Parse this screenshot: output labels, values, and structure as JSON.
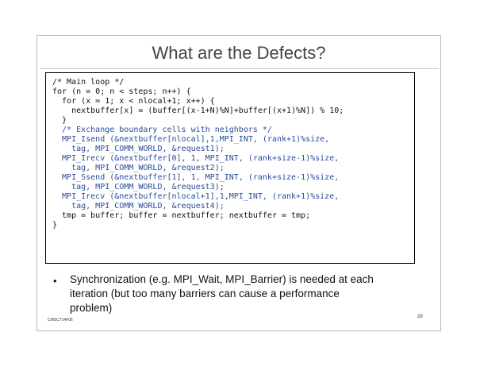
{
  "slide": {
    "title": "What are the Defects?",
    "code": [
      {
        "text": "/* Main loop */",
        "style": "black"
      },
      {
        "text": "for (n = 0; n < steps; n++) {",
        "style": "black"
      },
      {
        "text": "  for (x = 1; x < nlocal+1; x++) {",
        "style": "black"
      },
      {
        "text": "    nextbuffer[x] = (buffer[(x-1+N)%N]+buffer[(x+1)%N]) % 10;",
        "style": "black"
      },
      {
        "text": "  }",
        "style": "black"
      },
      {
        "text": "  /* Exchange boundary cells with neighbors */",
        "style": "blue"
      },
      {
        "text": "  MPI_Isend (&nextbuffer[nlocal],1,MPI_INT, (rank+1)%size,",
        "style": "blue"
      },
      {
        "text": "    tag, MPI_COMM_WORLD, &request1);",
        "style": "blue"
      },
      {
        "text": "  MPI_Irecv (&nextbuffer[0], 1, MPI_INT, (rank+size-1)%size,",
        "style": "blue"
      },
      {
        "text": "    tag, MPI_COMM_WORLD, &request2);",
        "style": "blue"
      },
      {
        "text": "  MPI_Ssend (&nextbuffer[1], 1, MPI_INT, (rank+size-1)%size,",
        "style": "blue"
      },
      {
        "text": "    tag, MPI_COMM_WORLD, &request3);",
        "style": "blue"
      },
      {
        "text": "  MPI_Irecv (&nextbuffer[nlocal+1],1,MPI_INT, (rank+1)%size,",
        "style": "blue"
      },
      {
        "text": "    tag, MPI_COMM_WORLD, &request4);",
        "style": "blue"
      },
      {
        "text": "  tmp = buffer; buffer = nextbuffer; nextbuffer = tmp;",
        "style": "black"
      },
      {
        "text": "}",
        "style": "black"
      }
    ],
    "bullet": {
      "marker": "•",
      "lines": [
        "Synchronization (e.g. MPI_Wait, MPI_Barrier) is needed at each",
        "iteration (but too many barriers can cause a performance",
        "problem)"
      ]
    },
    "footer_left": "CMSC714F06",
    "page_number": "29"
  }
}
